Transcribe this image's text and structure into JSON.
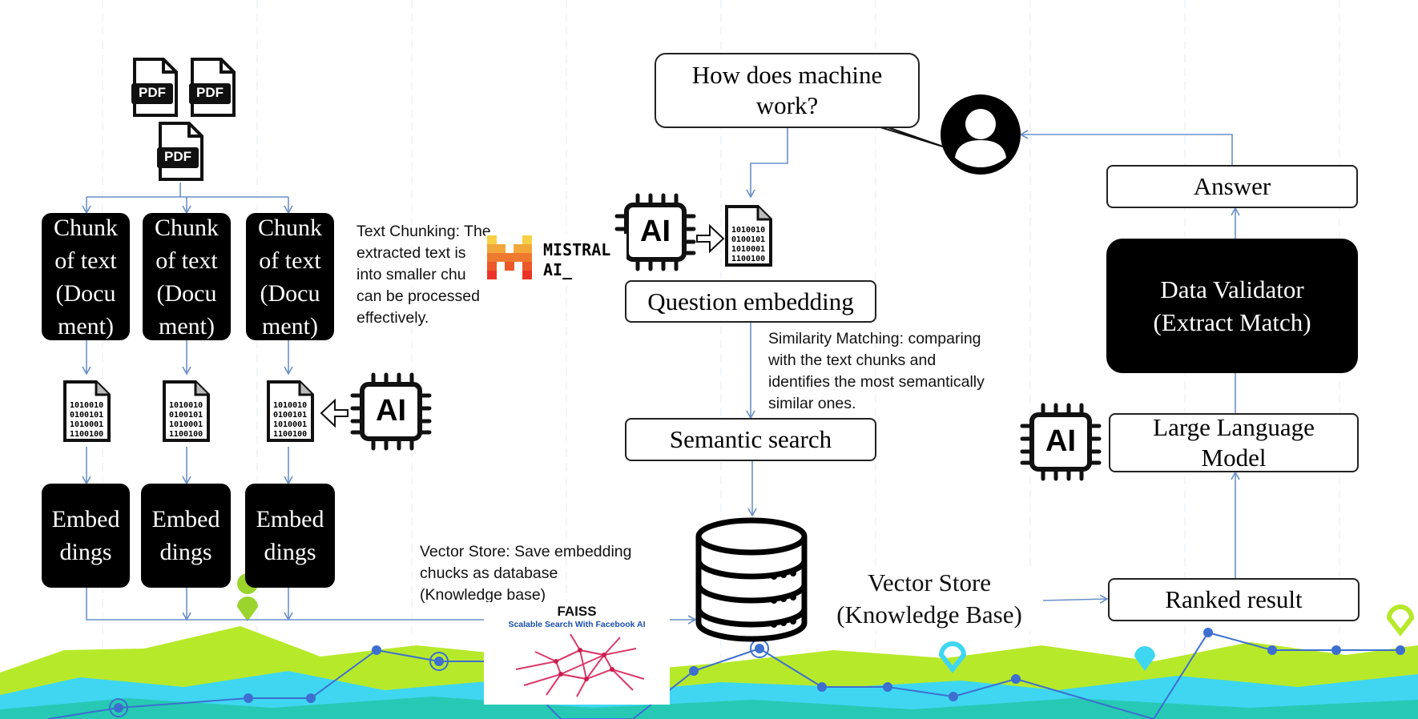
{
  "chunks": [
    {
      "text": "Chunk of text (Docu ment)"
    },
    {
      "text": "Chunk of text (Docu ment)"
    },
    {
      "text": "Chunk of text (Docu ment)"
    }
  ],
  "embeddings": [
    {
      "text": "Embed dings"
    },
    {
      "text": "Embed dings"
    },
    {
      "text": "Embed dings"
    }
  ],
  "pdf_label": "PDF",
  "binary_lines": [
    "1010010",
    "0100101",
    "1010001",
    "1100100"
  ],
  "ai_chip_label": "AI",
  "mistral": {
    "line1": "MISTRAL",
    "line2": "AI_"
  },
  "notes": {
    "text_chunking": [
      "Text Chunking: The",
      "extracted text is",
      "into smaller chu",
      "can be processed",
      "effectively."
    ],
    "similarity": [
      "Similarity Matching: comparing",
      "with the text chunks and",
      "identifies the most semantically",
      "similar ones."
    ],
    "vector_store": [
      "Vector Store: Save embedding",
      "chucks as database",
      "(Knowledge base)"
    ]
  },
  "question": {
    "line1": "How does machine",
    "line2": "work?"
  },
  "boxes": {
    "question_embedding": "Question embedding",
    "semantic_search": "Semantic search",
    "answer": "Answer",
    "data_validator": {
      "line1": "Data Validator",
      "line2": "(Extract Match)"
    },
    "llm": {
      "line1": "Large Language",
      "line2": "Model"
    },
    "ranked_result": "Ranked result"
  },
  "vector_store_label": {
    "line1": "Vector Store",
    "line2": "(Knowledge Base)"
  },
  "faiss": {
    "title": "FAISS",
    "subtitle": "Scalable Search With Facebook AI"
  },
  "colors": {
    "arrow": "#6a8fc8",
    "lime": "#b7e92b",
    "cyan": "#3fd6f2",
    "teal": "#27c9b4",
    "line": "#3c6fd0"
  }
}
